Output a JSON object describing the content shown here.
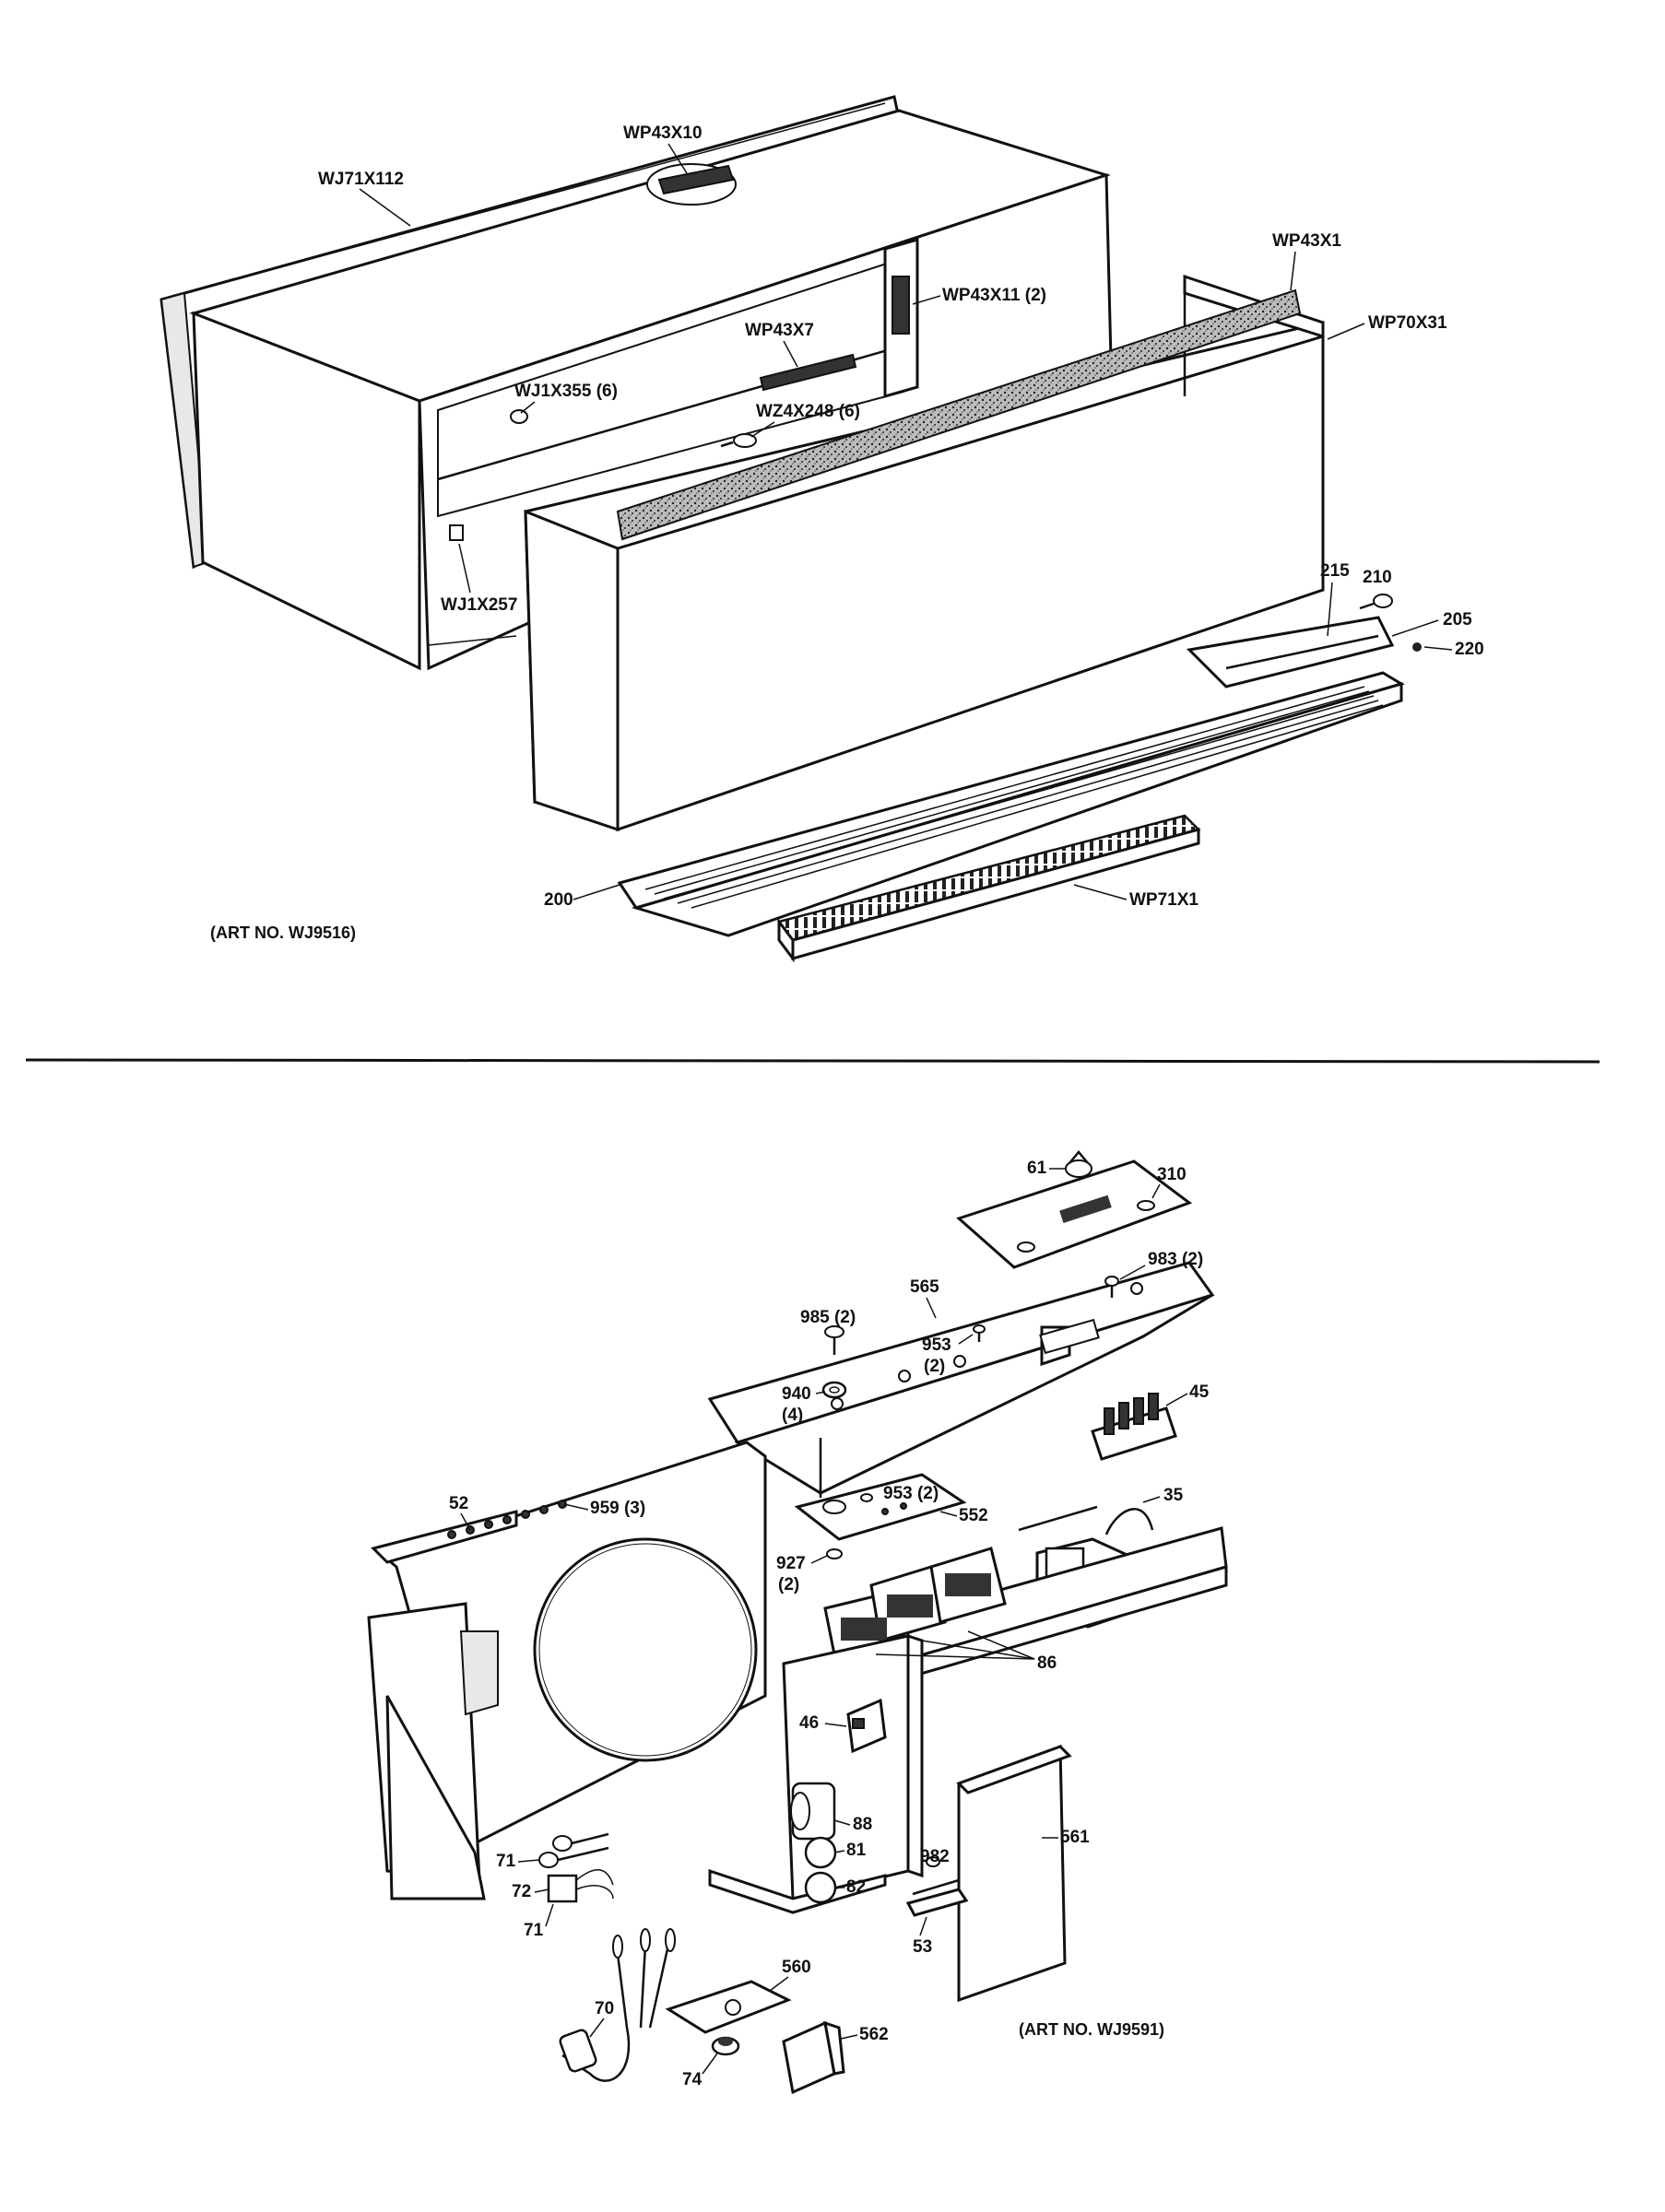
{
  "upper_diagram": {
    "art_number": "(ART NO. WJ9516)",
    "labels": {
      "wj71x112": "WJ71X112",
      "wp43x10": "WP43X10",
      "wp43x1": "WP43X1",
      "wp43x11": "WP43X11 (2)",
      "wp70x31": "WP70X31",
      "wp43x7": "WP43X7",
      "wj1x355": "WJ1X355 (6)",
      "wz4x248": "WZ4X248 (6)",
      "wj1x257": "WJ1X257",
      "p215": "215",
      "p210": "210",
      "p205": "205",
      "p220": "220",
      "p200": "200",
      "wp71x1": "WP71X1"
    }
  },
  "lower_diagram": {
    "art_number": "(ART NO. WJ9591)",
    "labels": {
      "p61": "61",
      "p310": "310",
      "p983": "983 (2)",
      "p565": "565",
      "p985": "985 (2)",
      "p953a": "953",
      "p953a_qty": "(2)",
      "p940": "940",
      "p940_qty": "(4)",
      "p45": "45",
      "p52": "52",
      "p959": "959 (3)",
      "p953b": "953 (2)",
      "p552": "552",
      "p35": "35",
      "p927": "927",
      "p927_qty": "(2)",
      "p86": "86",
      "p46": "46",
      "p88": "88",
      "p561": "561",
      "p81": "81",
      "p982": "982",
      "p82": "82",
      "p71a": "71",
      "p72": "72",
      "p71b": "71",
      "p53": "53",
      "p560": "560",
      "p70": "70",
      "p562": "562",
      "p74": "74"
    }
  }
}
